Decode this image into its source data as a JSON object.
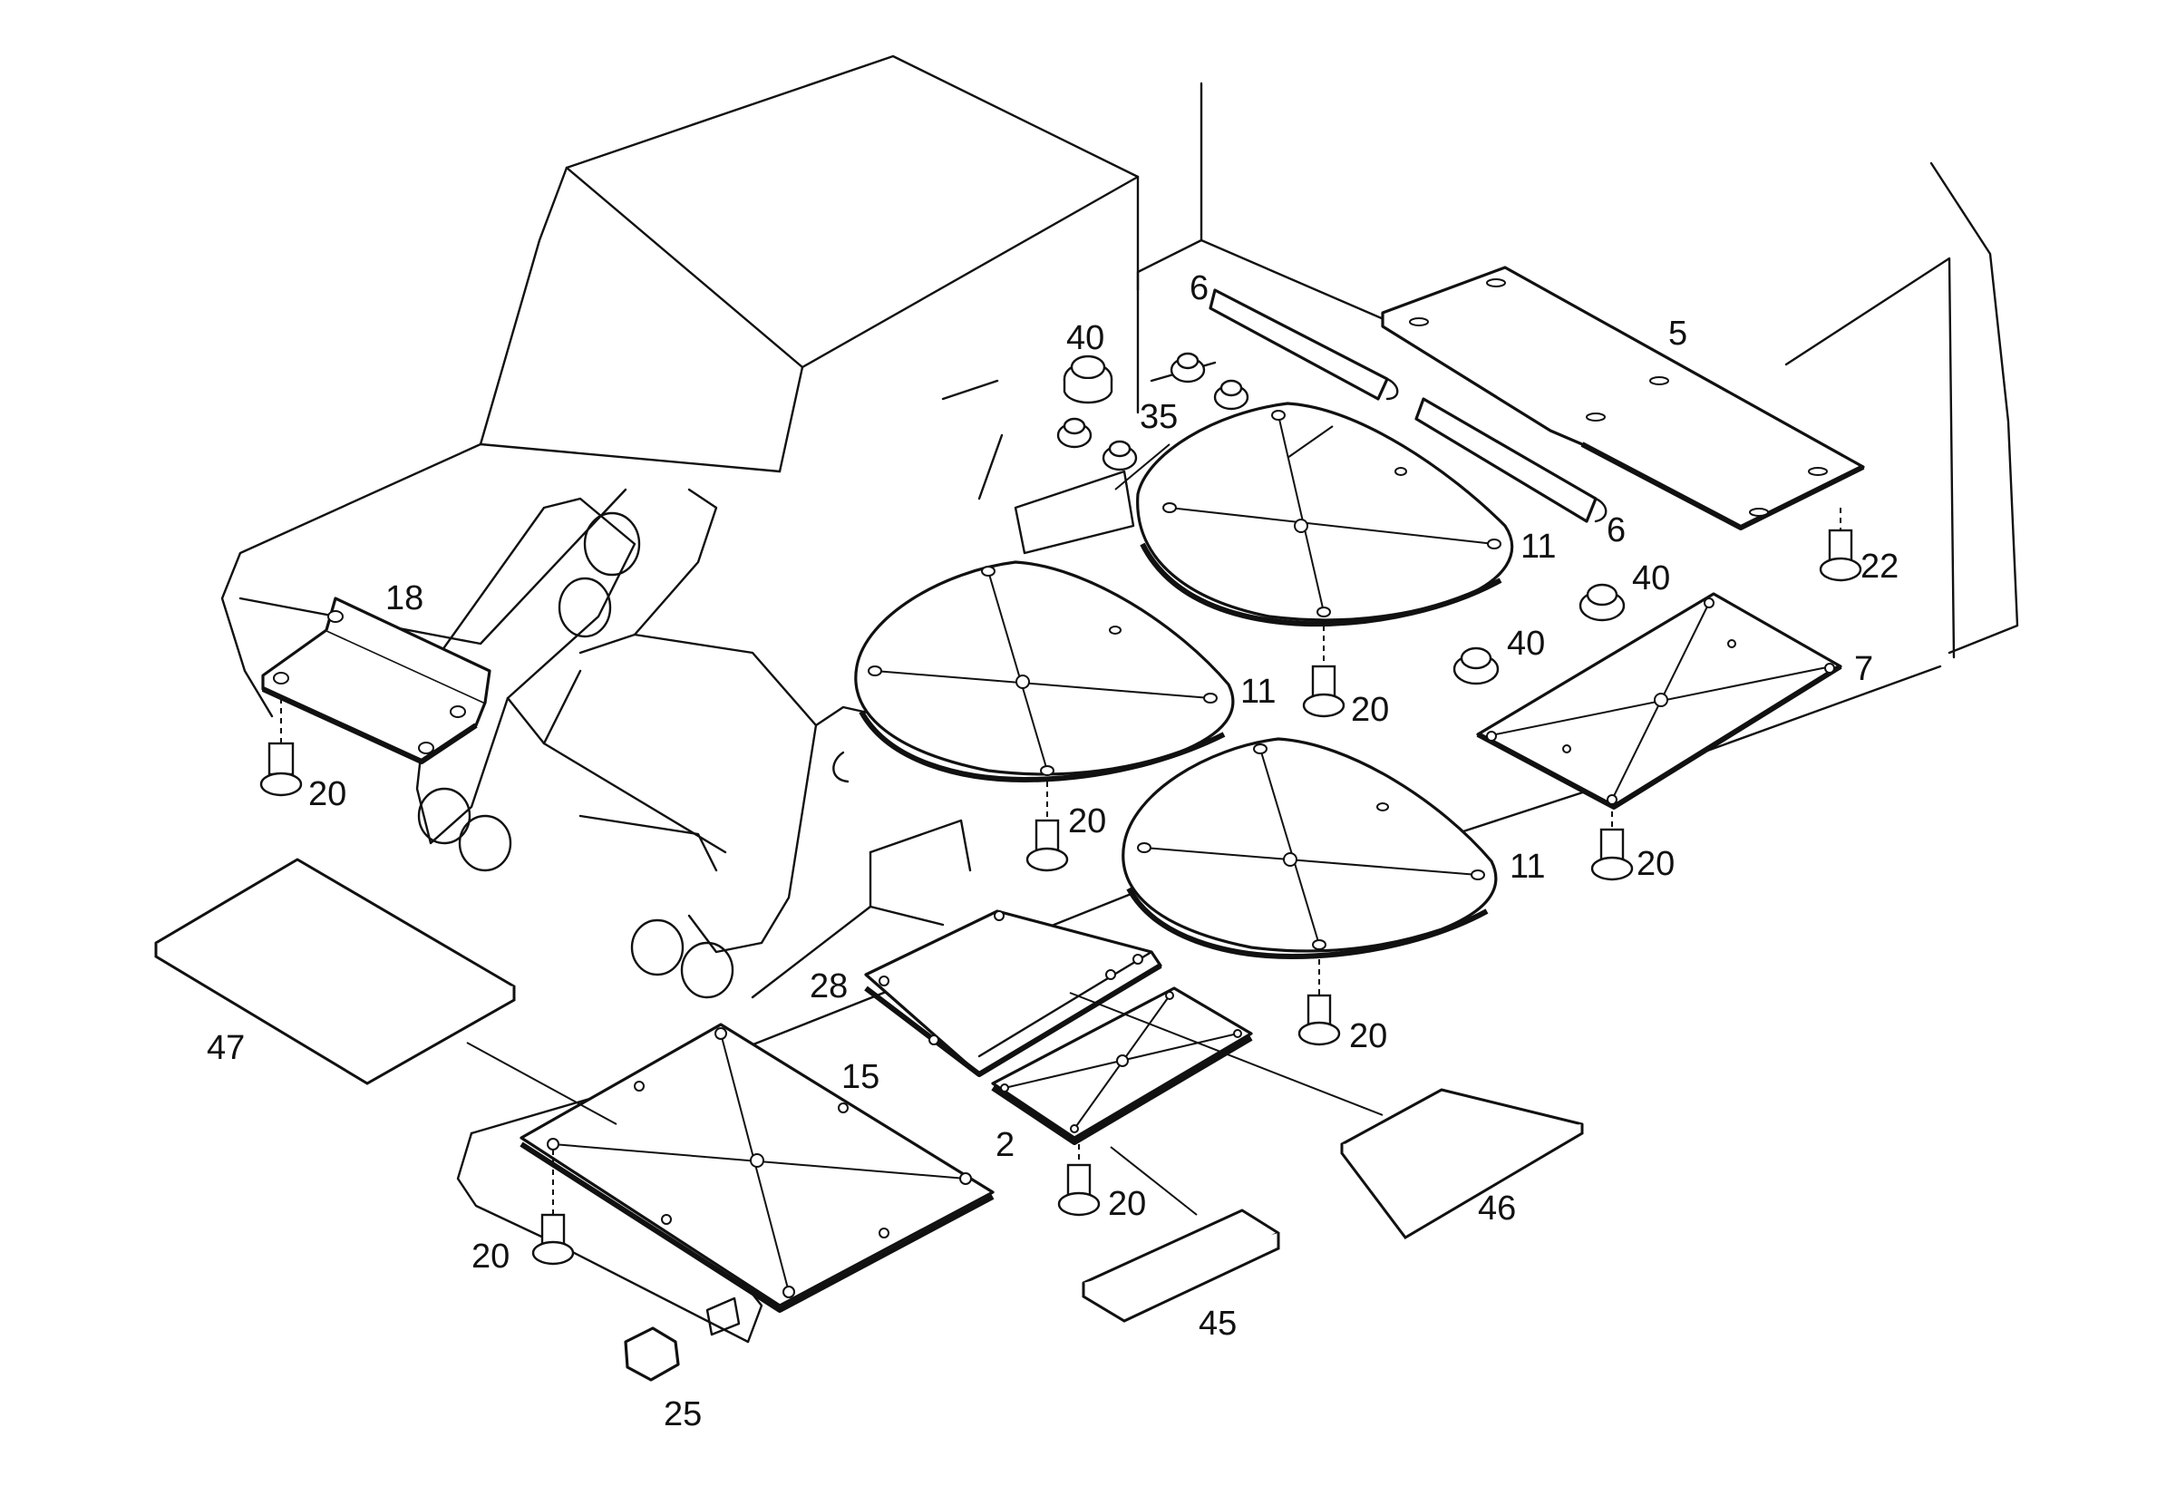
{
  "diagram": {
    "callouts": [
      {
        "key": "c18",
        "text": "18"
      },
      {
        "key": "c20a",
        "text": "20"
      },
      {
        "key": "c47",
        "text": "47"
      },
      {
        "key": "c40a",
        "text": "40"
      },
      {
        "key": "c35",
        "text": "35"
      },
      {
        "key": "c6a",
        "text": "6"
      },
      {
        "key": "c5",
        "text": "5"
      },
      {
        "key": "c6b",
        "text": "6"
      },
      {
        "key": "c11a",
        "text": "11"
      },
      {
        "key": "c22",
        "text": "22"
      },
      {
        "key": "c40b",
        "text": "40"
      },
      {
        "key": "c40c",
        "text": "40"
      },
      {
        "key": "c11b",
        "text": "11"
      },
      {
        "key": "c20b",
        "text": "20"
      },
      {
        "key": "c7",
        "text": "7"
      },
      {
        "key": "c20c",
        "text": "20"
      },
      {
        "key": "c20d",
        "text": "20"
      },
      {
        "key": "c11c",
        "text": "11"
      },
      {
        "key": "c28",
        "text": "28"
      },
      {
        "key": "c20e",
        "text": "20"
      },
      {
        "key": "c15",
        "text": "15"
      },
      {
        "key": "c2",
        "text": "2"
      },
      {
        "key": "c20f",
        "text": "20"
      },
      {
        "key": "c46",
        "text": "46"
      },
      {
        "key": "c20g",
        "text": "20"
      },
      {
        "key": "c45",
        "text": "45"
      },
      {
        "key": "c25",
        "text": "25"
      }
    ]
  }
}
